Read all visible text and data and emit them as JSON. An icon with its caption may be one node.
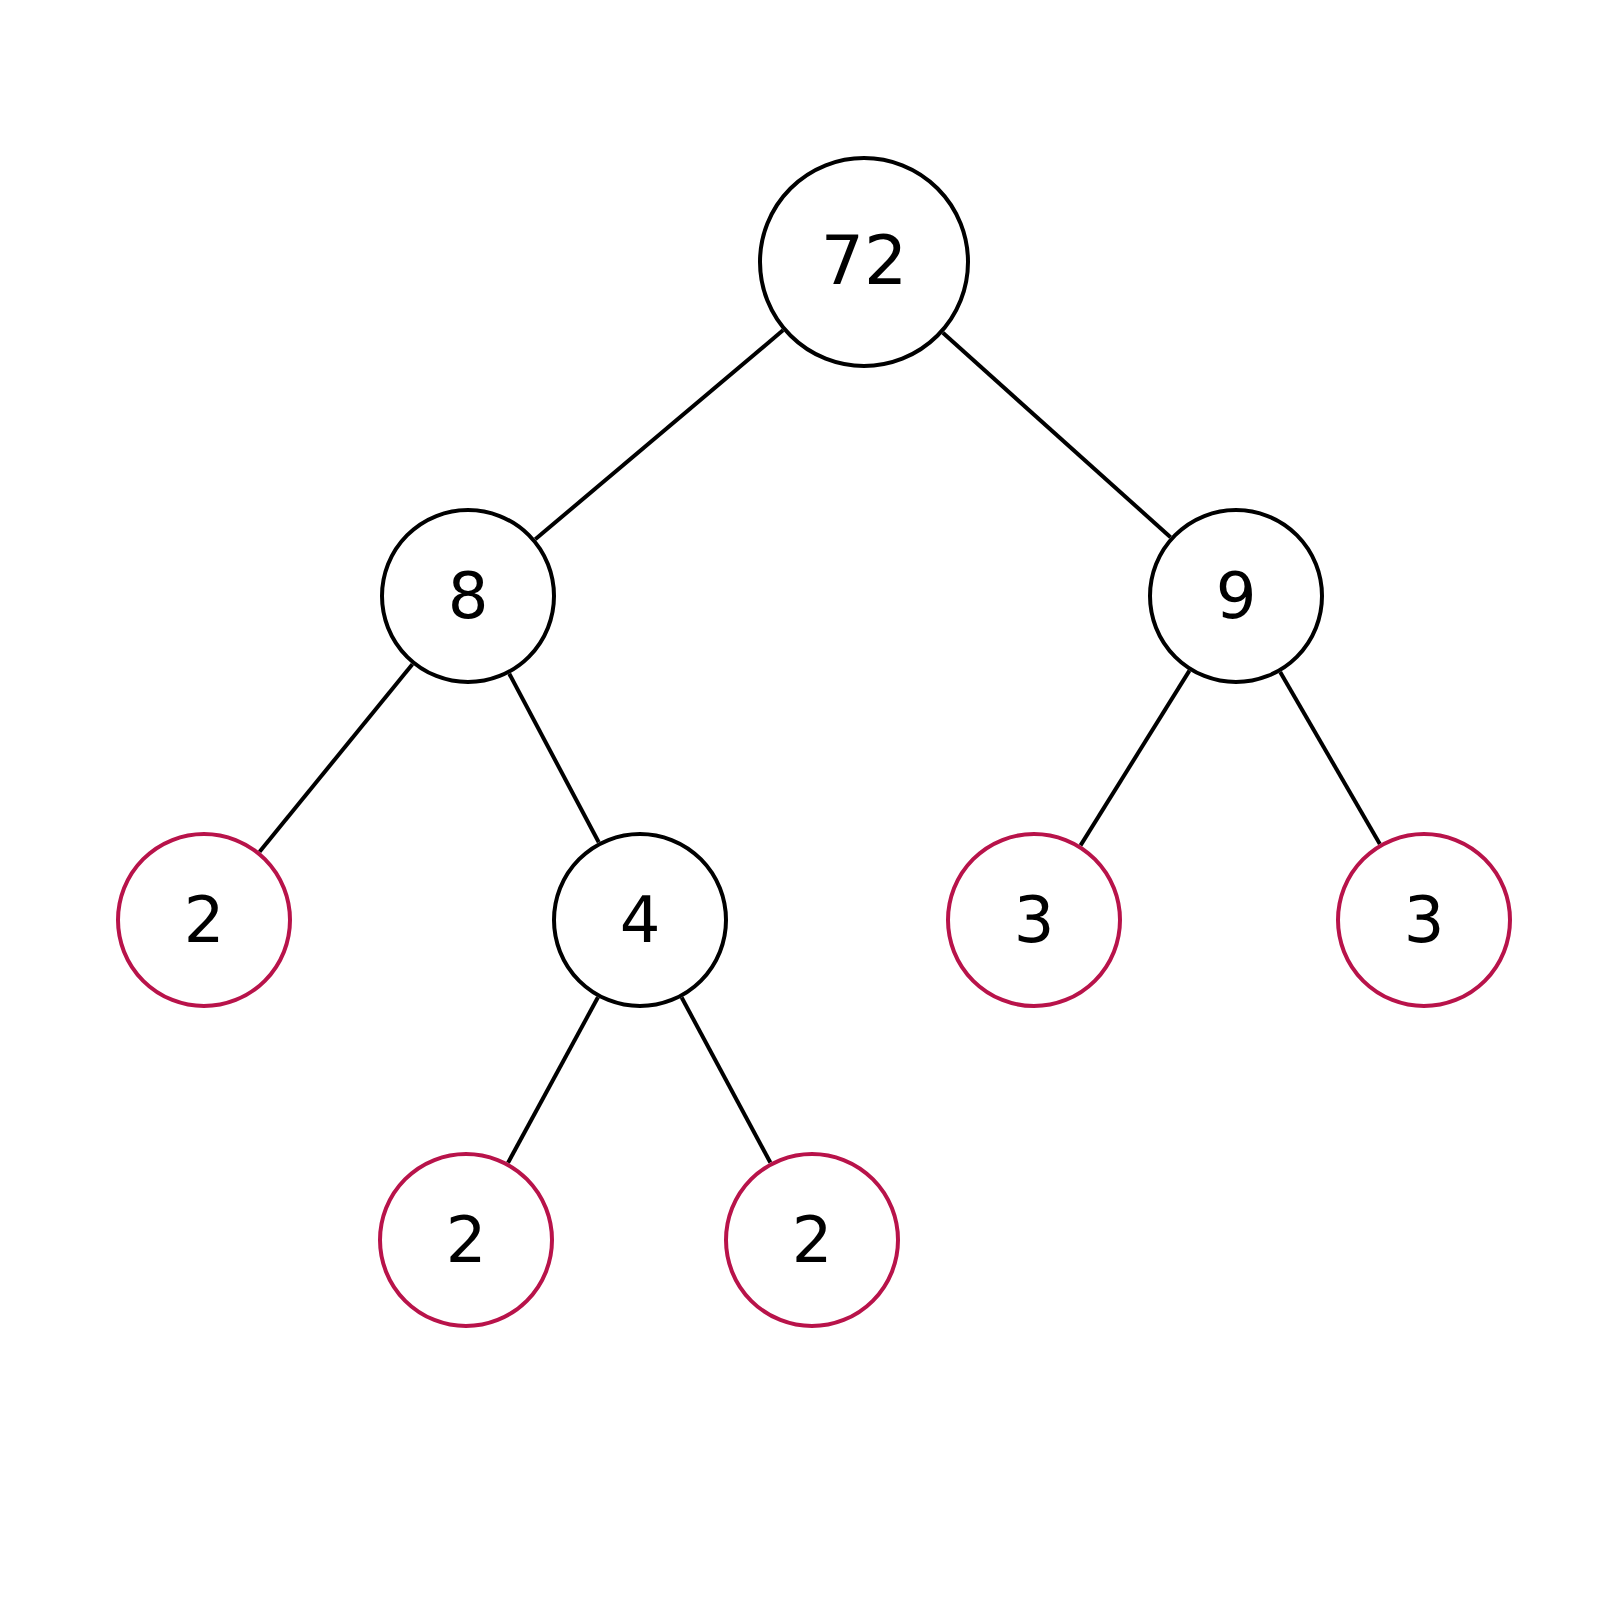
{
  "diagram": {
    "nodes": [
      {
        "text": [
          "72"
        ]
      },
      {
        "text": [
          "8"
        ]
      },
      {
        "text": [
          "9"
        ]
      },
      {
        "text": [
          "2"
        ]
      },
      {
        "text": [
          "4"
        ]
      },
      {
        "text": [
          "3"
        ]
      },
      {
        "text": [
          "3"
        ]
      },
      {
        "text": [
          "2"
        ]
      },
      {
        "text": [
          "2"
        ]
      }
    ],
    "edges": [
      {
        "from": 0,
        "to": 1,
        "arrow": "none"
      },
      {
        "from": 0,
        "to": 2,
        "arrow": "none"
      },
      {
        "from": 1,
        "to": 3,
        "arrow": "none"
      },
      {
        "from": 1,
        "to": 4,
        "arrow": "none"
      },
      {
        "from": 2,
        "to": 5,
        "arrow": "none"
      },
      {
        "from": 2,
        "to": 6,
        "arrow": "none"
      },
      {
        "from": 4,
        "to": 7,
        "arrow": "none"
      },
      {
        "from": 4,
        "to": 8,
        "arrow": "none"
      }
    ]
  }
}
